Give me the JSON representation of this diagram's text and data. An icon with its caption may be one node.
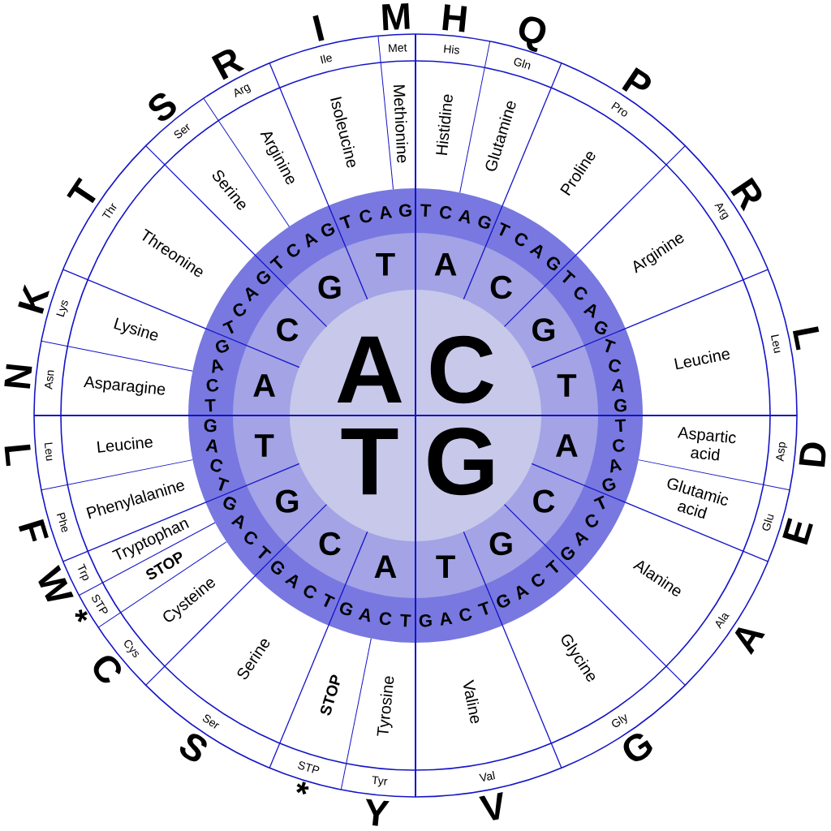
{
  "diagram": {
    "labels": [
      "A",
      "C",
      "G",
      "T",
      "A",
      "C",
      "G",
      "T",
      "A",
      "C",
      "G",
      "T",
      "A",
      "C",
      "G",
      "T",
      "A",
      "C",
      "G",
      "T",
      "T",
      "C",
      "A",
      "G",
      "T",
      "C",
      "A",
      "G",
      "T",
      "C",
      "A",
      "G",
      "T",
      "C",
      "A",
      "G",
      "T",
      "C",
      "A",
      "G",
      "T",
      "C",
      "A",
      "G",
      "T",
      "C",
      "A",
      "G",
      "T",
      "C",
      "A",
      "G",
      "T",
      "C",
      "A",
      "G",
      "T",
      "C",
      "A",
      "G",
      "T",
      "C",
      "A",
      "G",
      "T",
      "C",
      "A",
      "G",
      "T",
      "C",
      "A",
      "G",
      "T",
      "C",
      "A",
      "G",
      "T",
      "C",
      "A",
      "G",
      "T",
      "C",
      "A",
      "G",
      "Asparagine",
      "Asn",
      "N",
      "Lysine",
      "Lys",
      "K",
      "Threonine",
      "Thr",
      "T",
      "Serine",
      "Ser",
      "S",
      "Arginine",
      "Arg",
      "R",
      "Isoleucine",
      "Ile",
      "I",
      "Methionine",
      "Met",
      "M",
      "Histidine",
      "His",
      "H",
      "Glutamine",
      "Gln",
      "Q",
      "Proline",
      "Pro",
      "P",
      "Arginine",
      "Arg",
      "R",
      "Leucine",
      "Leu",
      "L",
      "Aspartic acid",
      "Asp",
      "D",
      "Glutamic acid",
      "Glu",
      "E",
      "Alanine",
      "Ala",
      "A",
      "Glycine",
      "Gly",
      "G",
      "Valine",
      "Val",
      "V",
      "Tyrosine",
      "Tyr",
      "Y",
      "STOP",
      "STP",
      "*",
      "Serine",
      "Ser",
      "S",
      "Cysteine",
      "Cys",
      "C",
      "STOP",
      "STP",
      "*",
      "Tryptophan",
      "Trp",
      "W",
      "Phenylalanine",
      "Phe",
      "F",
      "Leucine",
      "Leu",
      "L"
    ]
  }
}
